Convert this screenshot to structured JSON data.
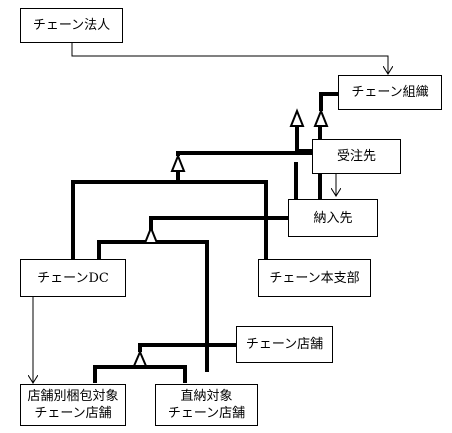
{
  "diagram": {
    "nodes": {
      "chain_corp": "チェーン法人",
      "chain_org": "チェーン組織",
      "orderer": "受注先",
      "delivery": "納入先",
      "chain_dc": "チェーンDC",
      "chain_hq": "チェーン本支部",
      "chain_store": "チェーン店舗",
      "store_pack": [
        "店舗別梱包対象",
        "チェーン店舗"
      ],
      "direct_delivery": [
        "直納対象",
        "チェーン店舗"
      ]
    },
    "edges": [
      {
        "from": "chain_corp",
        "to": "chain_org",
        "type": "association"
      },
      {
        "from": "orderer",
        "to": "delivery",
        "type": "association"
      },
      {
        "from": "chain_dc",
        "to": "store_pack",
        "type": "association"
      },
      {
        "from": "orderer",
        "to": "chain_org",
        "type": "generalization"
      },
      {
        "from": "delivery",
        "to": "chain_org",
        "type": "generalization"
      },
      {
        "from": "chain_dc",
        "to": "orderer",
        "type": "generalization"
      },
      {
        "from": "chain_hq",
        "to": "orderer",
        "type": "generalization"
      },
      {
        "from": "chain_dc",
        "to": "delivery",
        "type": "generalization"
      },
      {
        "from": "chain_store",
        "to": "delivery",
        "type": "generalization"
      },
      {
        "from": "store_pack",
        "to": "chain_store",
        "type": "generalization"
      },
      {
        "from": "direct_delivery",
        "to": "chain_store",
        "type": "generalization"
      }
    ]
  },
  "colors": {
    "line": "#000000",
    "background": "#ffffff"
  }
}
